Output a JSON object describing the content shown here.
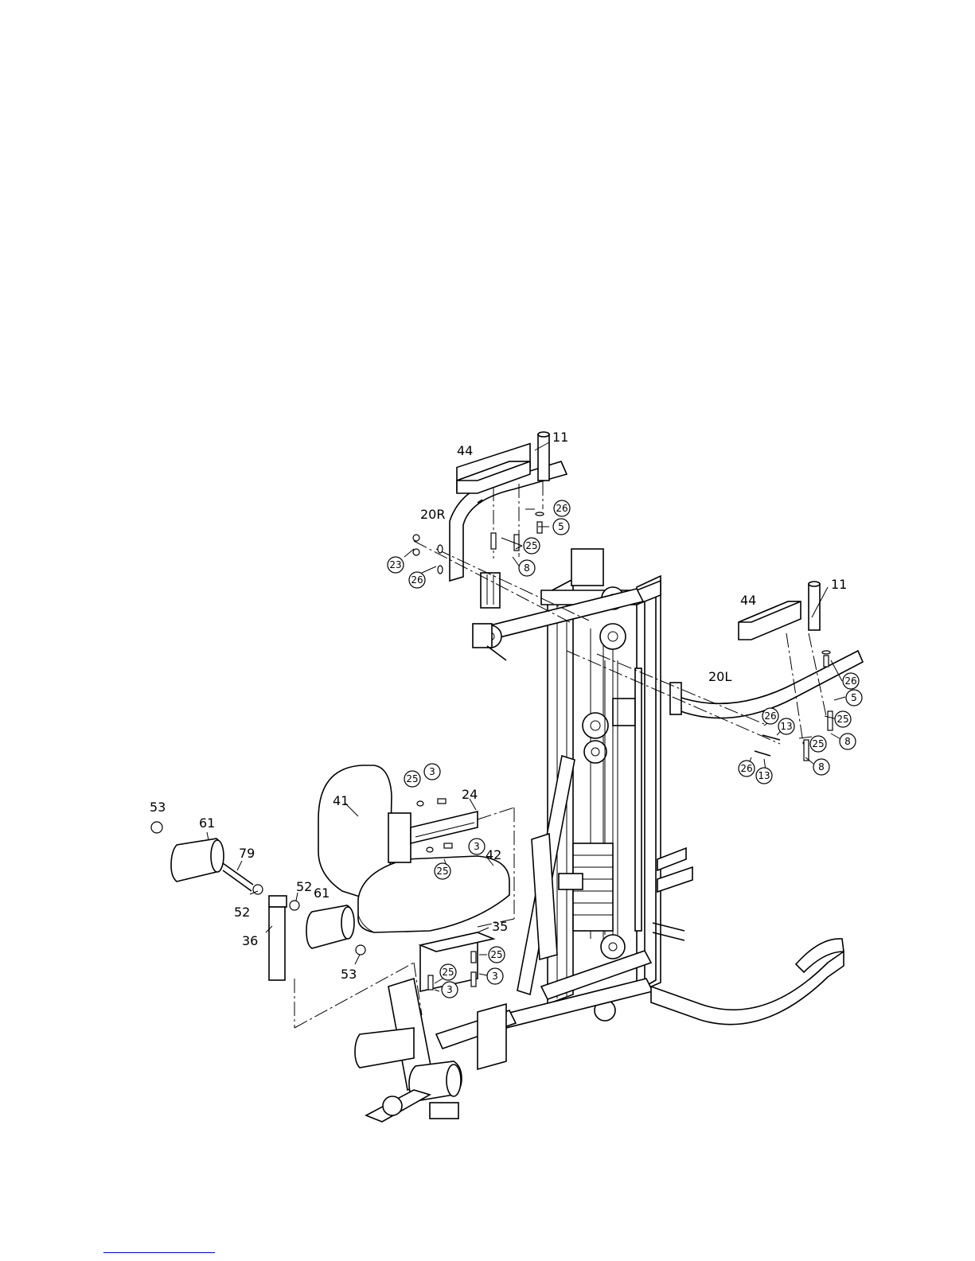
{
  "diagram": {
    "plain_labels": [
      "11",
      "44",
      "20R",
      "11",
      "44",
      "20L",
      "53",
      "61",
      "79",
      "52",
      "52",
      "61",
      "36",
      "53",
      "41",
      "24",
      "42",
      "35"
    ],
    "circled_labels": [
      "26",
      "5",
      "25",
      "8",
      "23",
      "26",
      "26",
      "5",
      "25",
      "8",
      "26",
      "13",
      "25",
      "8",
      "26",
      "13",
      "25",
      "3",
      "3",
      "25",
      "25",
      "25",
      "3",
      "3"
    ]
  }
}
